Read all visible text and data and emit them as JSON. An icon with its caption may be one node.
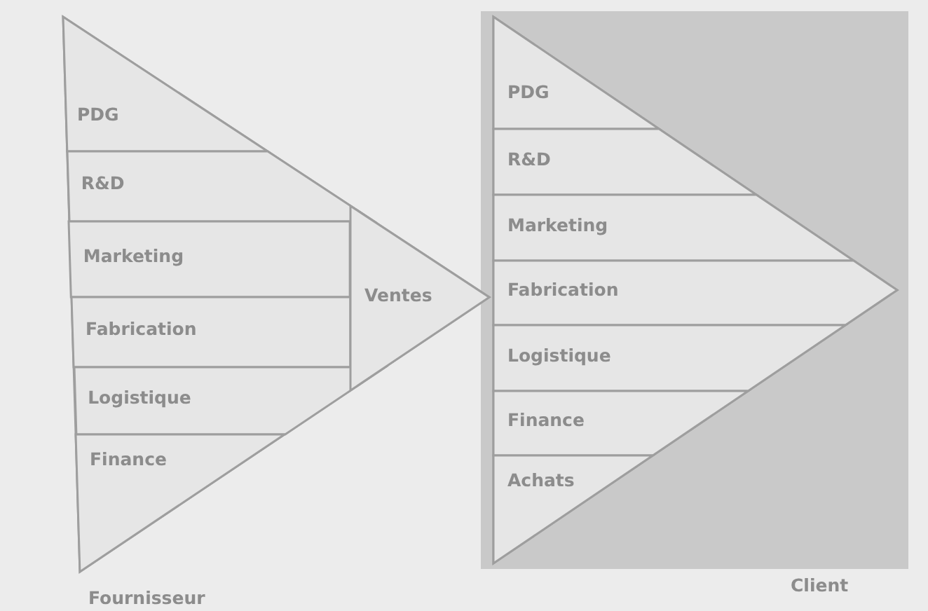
{
  "diagram": {
    "nodes": [
      {
        "text": [
          "Fournisseur"
        ]
      },
      {
        "text": [
          "PDG"
        ],
        "in": 0
      },
      {
        "text": [
          "R&D"
        ],
        "in": 0
      },
      {
        "text": [
          "Marketing"
        ],
        "in": 0
      },
      {
        "text": [
          "Fabrication"
        ],
        "in": 0
      },
      {
        "text": [
          "Logistique"
        ],
        "in": 0
      },
      {
        "text": [
          "Finance"
        ],
        "in": 0
      },
      {
        "text": [
          "Ventes"
        ],
        "in": 0
      },
      {
        "text": [
          "Client"
        ]
      },
      {
        "text": [
          "PDG"
        ],
        "in": 8
      },
      {
        "text": [
          "R&D"
        ],
        "in": 8
      },
      {
        "text": [
          "Marketing"
        ],
        "in": 8
      },
      {
        "text": [
          "Fabrication"
        ],
        "in": 8
      },
      {
        "text": [
          "Logistique"
        ],
        "in": 8
      },
      {
        "text": [
          "Finance"
        ],
        "in": 8
      },
      {
        "text": [
          "Achats"
        ],
        "in": 8
      }
    ]
  }
}
